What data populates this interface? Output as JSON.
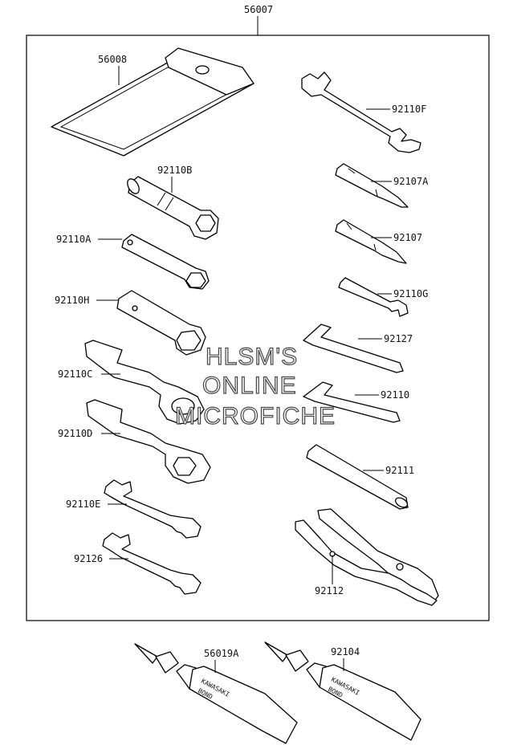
{
  "kit": {
    "number": "56007"
  },
  "parts": [
    {
      "id": "p56008",
      "number": "56008"
    },
    {
      "id": "p92110F",
      "number": "92110F"
    },
    {
      "id": "p92110B",
      "number": "92110B"
    },
    {
      "id": "p92107A",
      "number": "92107A"
    },
    {
      "id": "p92107",
      "number": "92107"
    },
    {
      "id": "p92110A",
      "number": "92110A"
    },
    {
      "id": "p92110G",
      "number": "92110G"
    },
    {
      "id": "p92110H",
      "number": "92110H"
    },
    {
      "id": "p92127",
      "number": "92127"
    },
    {
      "id": "p92110C",
      "number": "92110C"
    },
    {
      "id": "p92110",
      "number": "92110"
    },
    {
      "id": "p92110D",
      "number": "92110D"
    },
    {
      "id": "p92111",
      "number": "92111"
    },
    {
      "id": "p92110E",
      "number": "92110E"
    },
    {
      "id": "p92126",
      "number": "92126"
    },
    {
      "id": "p92112",
      "number": "92112"
    }
  ],
  "extras": [
    {
      "id": "p56019A",
      "number": "56019A",
      "tube_label_1": "KAWASAKI",
      "tube_label_2": "BOND"
    },
    {
      "id": "p92104",
      "number": "92104",
      "tube_label_1": "KAWASAKI",
      "tube_label_2": "BOND"
    }
  ],
  "watermark": {
    "line1": "HLSM'S",
    "line2": "ONLINE",
    "line3": "MICROFICHE"
  }
}
